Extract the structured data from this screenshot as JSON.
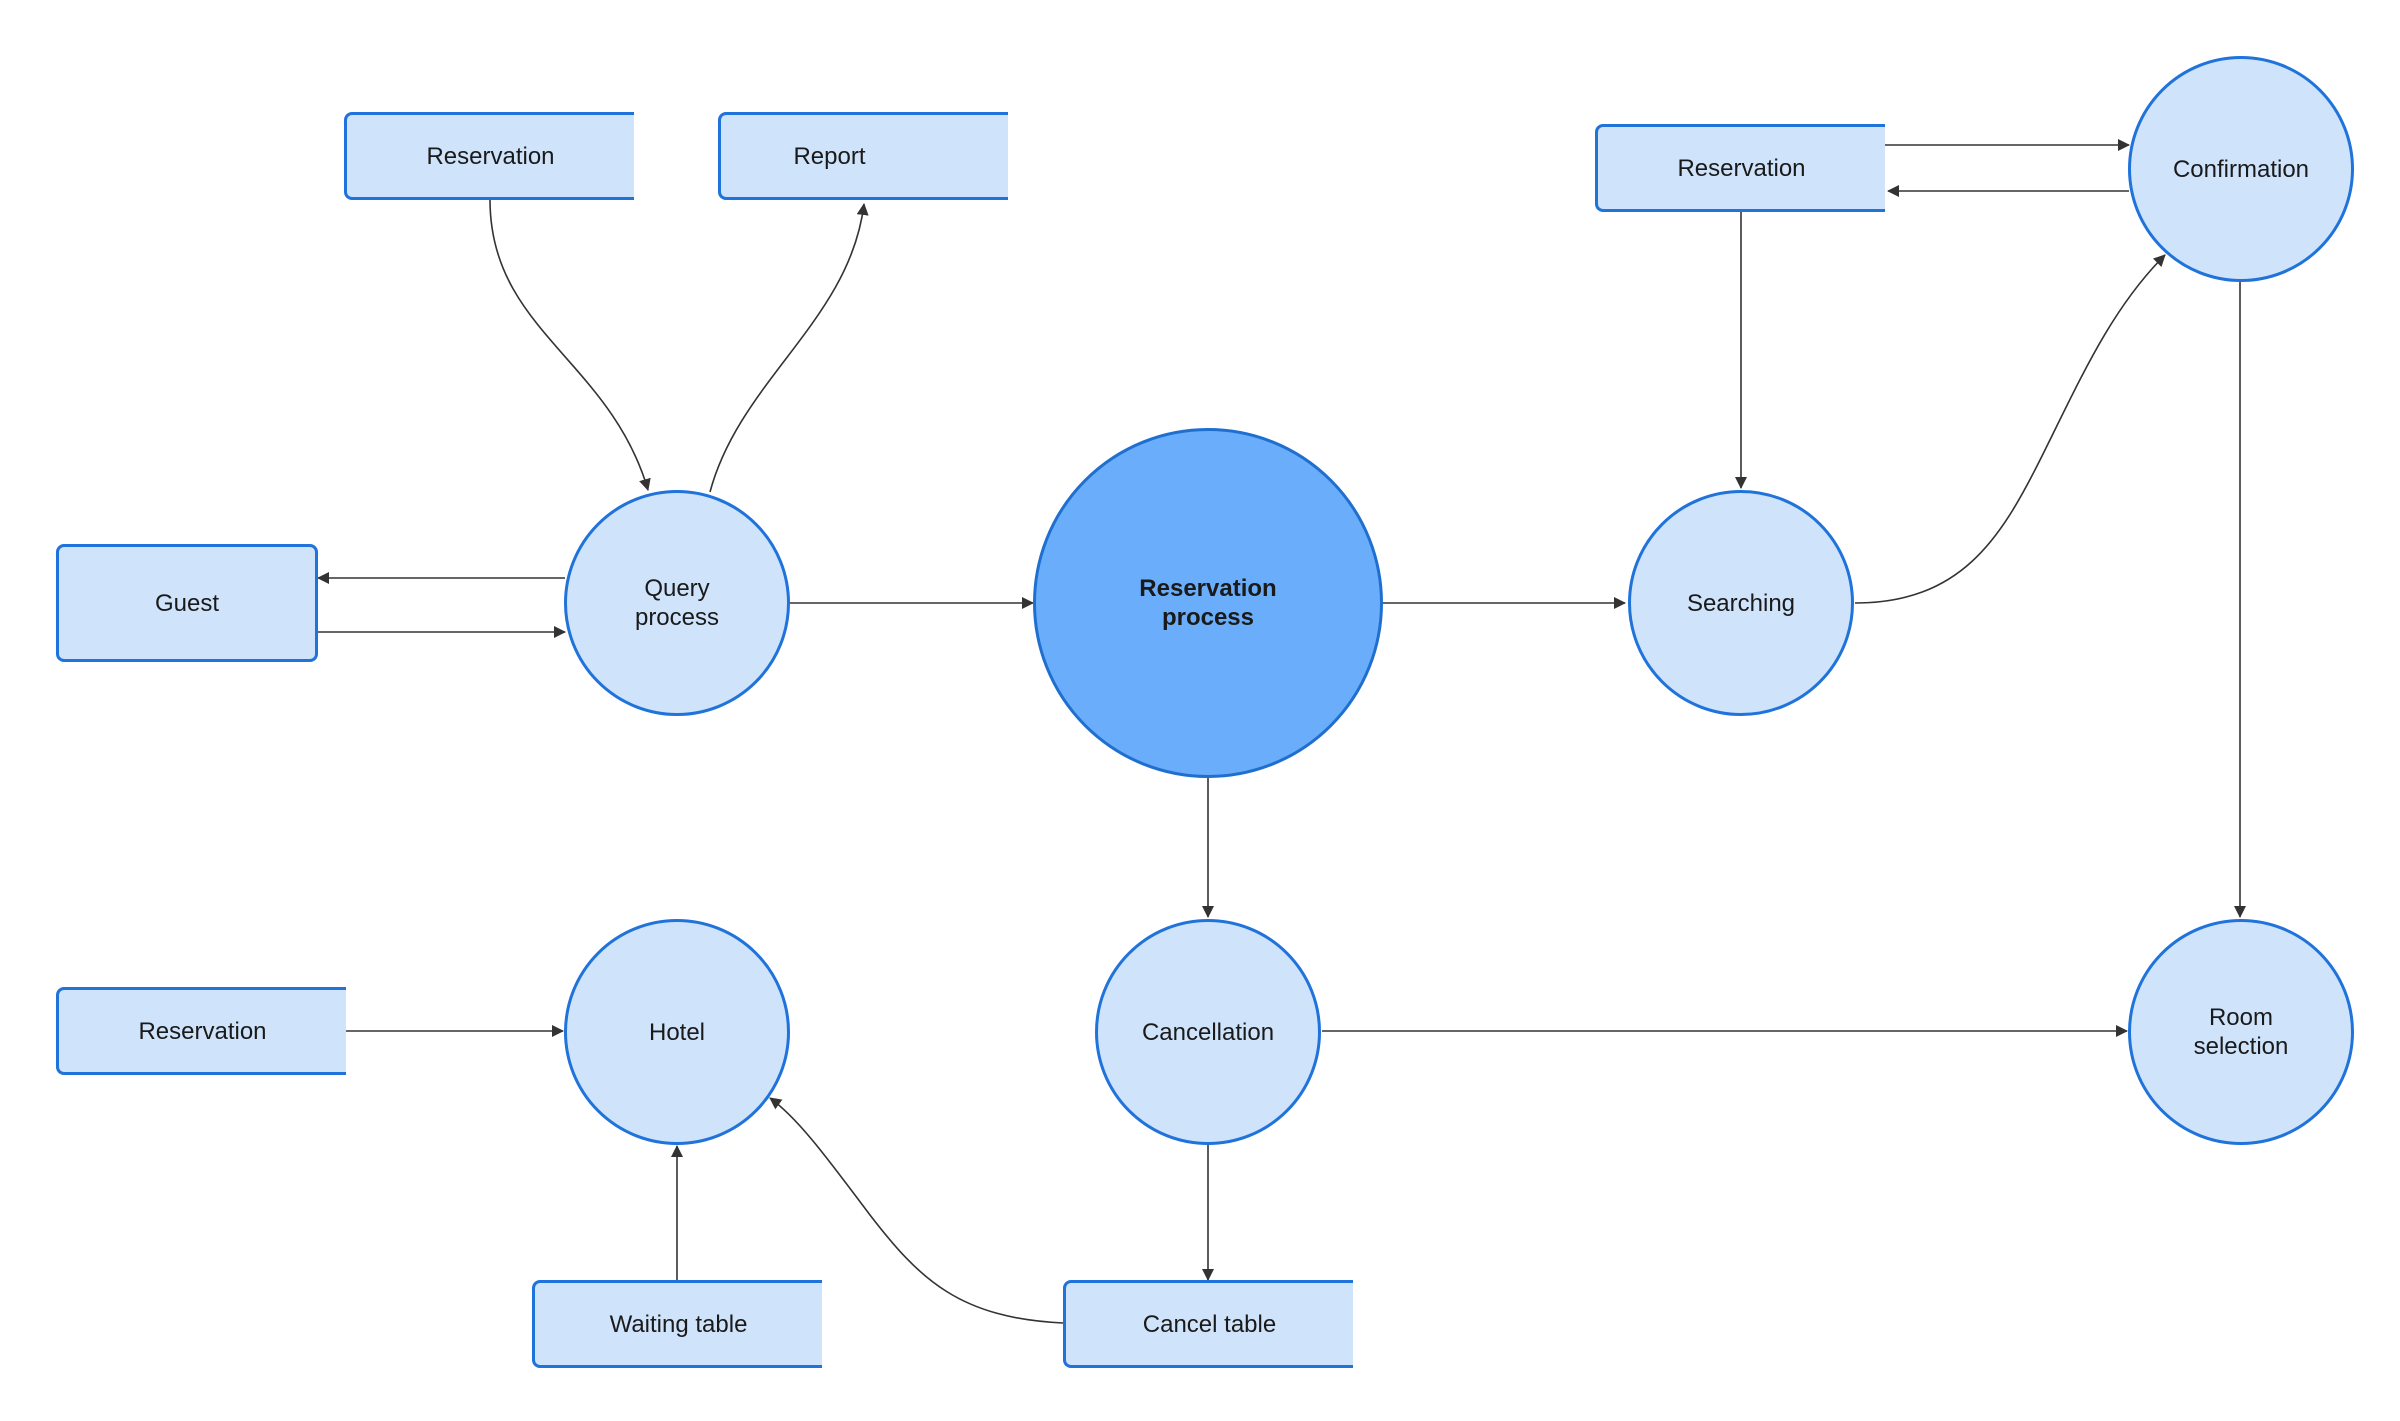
{
  "nodes": {
    "reservation_top": "Reservation",
    "report": "Report",
    "guest": "Guest",
    "query_process": "Query\nprocess",
    "reservation_process": "Reservation\nprocess",
    "reservation_right": "Reservation",
    "confirmation": "Confirmation",
    "searching": "Searching",
    "reservation_bottom_left": "Reservation",
    "hotel": "Hotel",
    "cancellation": "Cancellation",
    "room_selection": "Room\nselection",
    "waiting_table": "Waiting table",
    "cancel_table": "Cancel table"
  },
  "colors": {
    "node_fill": "#cfe3fb",
    "main_fill": "#6aaefb",
    "border": "#1f73da",
    "arrow": "#333333"
  }
}
